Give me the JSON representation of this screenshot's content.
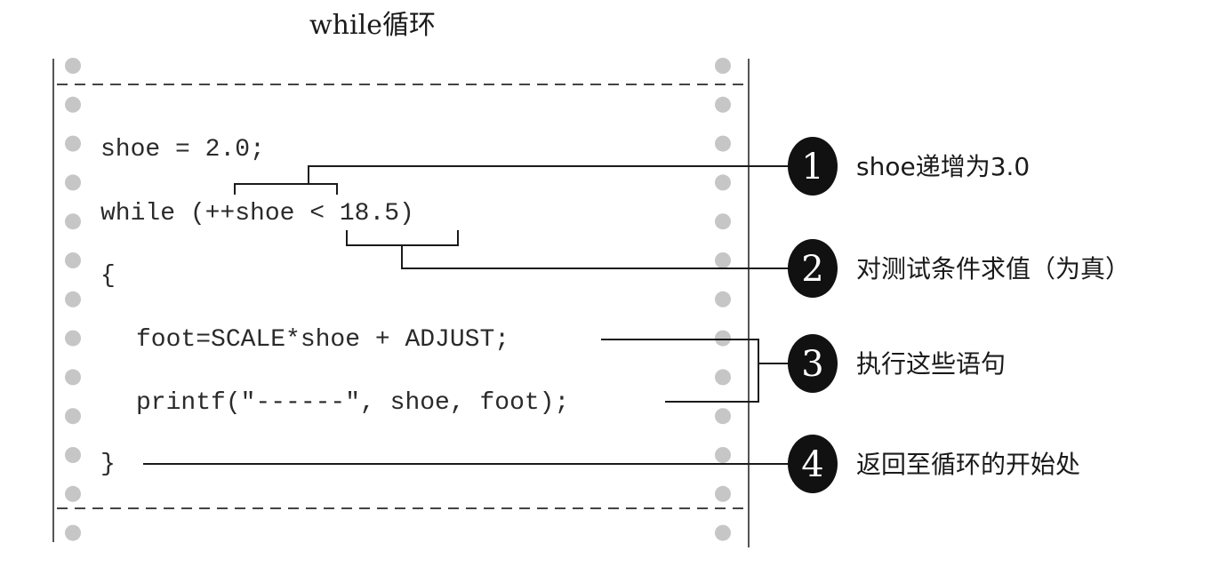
{
  "title": "while循环",
  "code": {
    "line1": "shoe = 2.0;",
    "line2": "while (++shoe < 18.5)",
    "line3": "{",
    "line4": "foot=SCALE*shoe + ADJUST;",
    "line5": "printf(\"------\", shoe, foot);",
    "line6": "}"
  },
  "steps": [
    {
      "number": "1",
      "text": "shoe递增为3.0"
    },
    {
      "number": "2",
      "text": "对测试条件求值（为真）"
    },
    {
      "number": "3",
      "text": "执行这些语句"
    },
    {
      "number": "4",
      "text": "返回至循环的开始处"
    }
  ],
  "colors": {
    "badge": "#111111",
    "line": "#1a1a1a",
    "hole": "#c6c6c6"
  }
}
